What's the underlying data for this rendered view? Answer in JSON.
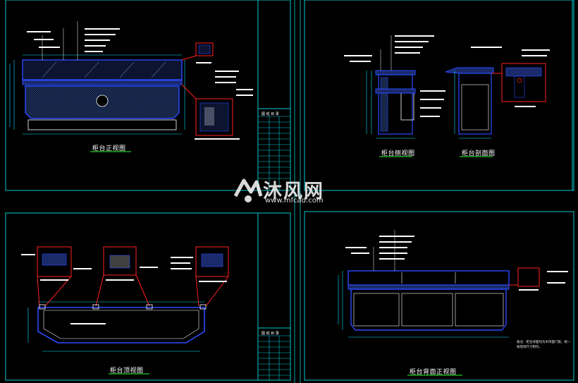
{
  "drawing": {
    "colors": {
      "background": "#000000",
      "frame": "#00c8d2",
      "counter_outline": "#2a4bff",
      "detail_callout": "#ff2020",
      "dimension": "#00e5ff",
      "text": "#ffffff",
      "leader": "#2aff2a"
    },
    "sheets": [
      {
        "id": "front",
        "title": "柜台正视图"
      },
      {
        "id": "side",
        "title": "柜台侧视图"
      },
      {
        "id": "section",
        "title": "柜台剖面图"
      },
      {
        "id": "top",
        "title": "柜台顶视图"
      },
      {
        "id": "back",
        "title": "柜台背面正视图"
      }
    ],
    "title_block_header": "图 纸 目 录",
    "note": "备注：柜台背面均为木饰面门板，统一按现场尺寸制作。"
  },
  "watermark": {
    "brand": "沐风网",
    "url": "www.mfcad.com",
    "logo_icon": "mf-logo-icon"
  }
}
